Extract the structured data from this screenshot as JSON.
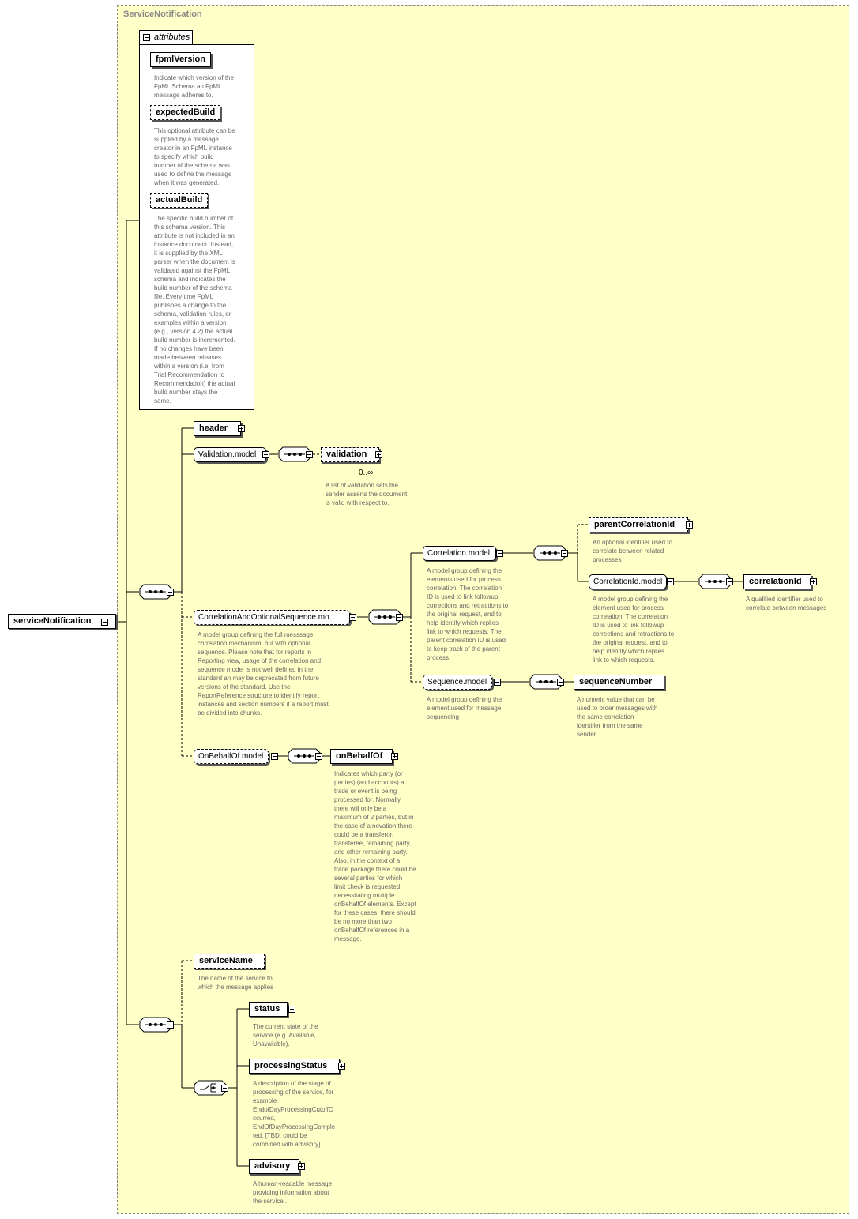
{
  "root": {
    "label": "serviceNotification"
  },
  "container": {
    "label": "ServiceNotification"
  },
  "attributes": {
    "title": "attributes",
    "items": [
      {
        "name": "fpmlVersion",
        "doc": "Indicate which version of the\nFpML Schema an FpML\nmessage adheres to."
      },
      {
        "name": "expectedBuild",
        "doc": "This optional attribute can be\nsupplied by a message\ncreator in an FpML instance\nto specify which build\nnumber of the schema was\nused to define the message\nwhen it was generated."
      },
      {
        "name": "actualBuild",
        "doc": "The specific build number of\nthis schema version. This\nattribute is not included in an\ninstance document. Instead,\nit is supplied by the XML\nparser when the document is\nvalidated against the FpML\nschema and indicates the\nbuild number of the schema\nfile. Every time FpML\npublishes a change to the\nschema, validation rules, or\nexamples within a version\n(e.g., version 4.2) the actual\nbuild number is incremented.\nIf no changes have been\nmade between releases\nwithin a version (i.e. from\nTrial Recommendation to\nRecommendation) the actual\nbuild number stays the\nsame."
      }
    ]
  },
  "nodes": {
    "header": {
      "label": "header"
    },
    "validation_model": {
      "label": "Validation.model"
    },
    "validation": {
      "label": "validation",
      "occurs": "0..∞",
      "doc": "A list of validation sets the\nsender asserts the document\nis valid with respect to."
    },
    "correlation_seq": {
      "label": "CorrelationAndOptionalSequence.mo...",
      "doc": "A model group defining the full messsage\ncorrelation mechanism, but with optional\nsequence. Please note that for reports in\nReporting view, usage of the correlation and\nsequence model is not well defined in the\nstandard an may be deprecated from future\nversions of the standard. Use the\nReportReference structure to identify report\ninstances and section numbers if a report must\nbe divided into chunks."
    },
    "correlation_model": {
      "label": "Correlation.model",
      "doc": "A model group defining the\nelements used for process\ncorrelation. The correlation\nID is used to link followup\ncorrections and retractions to\nthe original request, and to\nhelp identify which replies\nlink to which requests. The\nparent correlation ID is used\nto keep track of the parent\nprocess."
    },
    "parent_correlation_id": {
      "label": "parentCorrelationId",
      "doc": "An optional identifier used to\ncorrelate between related\nprocesses"
    },
    "correlation_id_model": {
      "label": "CorrelationId.model",
      "doc": "A model group defining the\nelement used for process\ncorrelation. The correlation\nID is used to link followup\ncorrections and retractions to\nthe original request, and to\nhelp identify which replies\nlink to which requests."
    },
    "correlation_id": {
      "label": "correlationId",
      "doc": "A qualified identifier used to\ncorrelate between messages"
    },
    "sequence_model": {
      "label": "Sequence.model",
      "doc": "A model group defining the\nelement used for message\nsequencing"
    },
    "sequence_number": {
      "label": "sequenceNumber",
      "doc": "A numeric value that can be\nused to order messages with\nthe same correlation\nidentifier from the same\nsender."
    },
    "on_behalf_of_model": {
      "label": "OnBehalfOf.model"
    },
    "on_behalf_of": {
      "label": "onBehalfOf",
      "doc": "Indicates which party (or\nparties) (and accounts) a\ntrade or event is being\nprocessed for. Normally\nthere will only be a\nmaximum of 2 parties, but in\nthe case of a novation there\ncould be a transferor,\ntransferee, remaining party,\nand other remaining party.\nAlso, in the context of a\ntrade package there could be\nseveral parties for which\nlimit check is requested,\nnecessitating multiple\nonBehalfOf elements. Except\nfor these cases, there should\nbe no more than two\nonBehalfOf references in a\nmessage."
    },
    "service_name": {
      "label": "serviceName",
      "doc": "The name of the service to\nwhich the message applies"
    },
    "status": {
      "label": "status",
      "doc": "The current state of the\nservice (e.g. Available,\nUnavailable)."
    },
    "processing_status": {
      "label": "processingStatus",
      "doc": "A description of the stage of\nprocessing of the service, for\nexample\nEndofDayProcessingCutoffO\nccurred,\nEndOfDayProcessingComple\nted. [TBD: could be\ncombined with advisory]"
    },
    "advisory": {
      "label": "advisory",
      "doc": "A human-readable message\nproviding information about\nthe service.."
    }
  },
  "colors": {
    "container_bg": "#ffffc8",
    "line": "#000000",
    "doc_text": "#666666"
  }
}
